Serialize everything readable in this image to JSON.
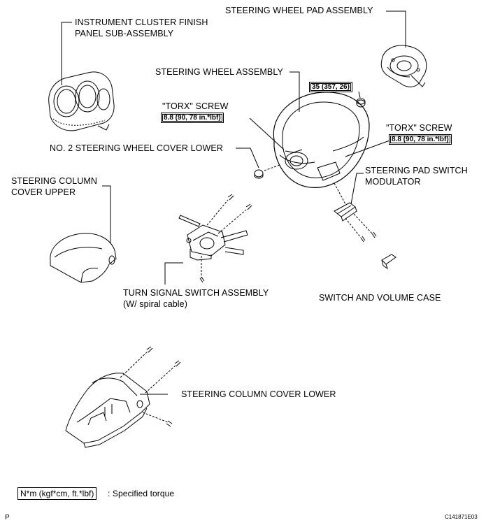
{
  "labels": {
    "instrument_cluster_line1": "INSTRUMENT CLUSTER FINISH",
    "instrument_cluster_line2": "PANEL SUB-ASSEMBLY",
    "steering_wheel_pad": "STEERING WHEEL PAD ASSEMBLY",
    "steering_wheel_assembly": "STEERING WHEEL ASSEMBLY",
    "torx_screw_left": "\"TORX\" SCREW",
    "torx_screw_right": "\"TORX\" SCREW",
    "no2_cover_lower": "NO. 2 STEERING WHEEL COVER LOWER",
    "column_cover_upper_line1": "STEERING COLUMN",
    "column_cover_upper_line2": "COVER UPPER",
    "pad_switch_line1": "STEERING PAD SWITCH",
    "pad_switch_line2": "MODULATOR",
    "turn_signal_line1": "TURN SIGNAL SWITCH ASSEMBLY",
    "turn_signal_line2": "(W/ spiral cable)",
    "switch_volume_case": "SWITCH AND VOLUME CASE",
    "column_cover_lower": "STEERING COLUMN COVER LOWER"
  },
  "torques": {
    "wheel_nut": "35 (357, 26)",
    "torx_left": "8.8 (90, 78 in.*lbf)",
    "torx_right": "8.8 (90, 78 in.*lbf)"
  },
  "legend": {
    "unit_box": "N*m (kgf*cm, ft.*lbf)",
    "description": ": Specified torque"
  },
  "footer": {
    "page_letter": "P",
    "figure_code": "C141871E03"
  }
}
